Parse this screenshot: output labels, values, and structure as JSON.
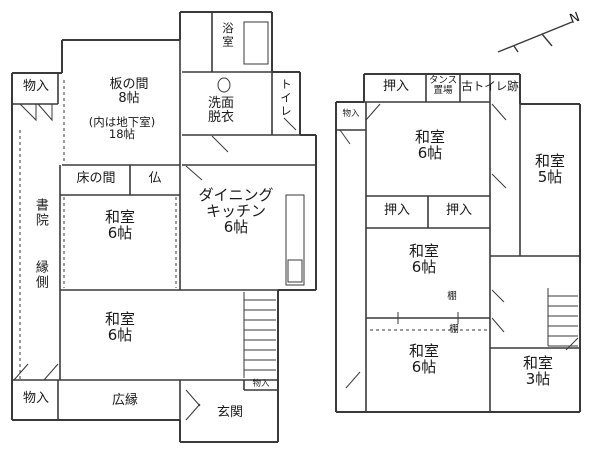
{
  "floor1": {
    "itanoma": {
      "name": "板の間",
      "size": "8帖",
      "note_prefix": "内は地下室",
      "note_size": "18帖"
    },
    "yokushitsu": "浴室",
    "senmen": {
      "line1": "洗面",
      "line2": "脱衣"
    },
    "toilet": "トイレ",
    "monoire_tl": "物入",
    "tokonoma": "床の間",
    "butsudan": "仏",
    "washitsu_mid": {
      "name": "和室",
      "size": "6帖"
    },
    "dining": {
      "line1": "ダイニング",
      "line2": "キッチン",
      "size": "6帖"
    },
    "shoin": "書院",
    "engawa": "縁側",
    "washitsu_low": {
      "name": "和室",
      "size": "6帖"
    },
    "monoire_bl": "物入",
    "hiroen": "広縁",
    "genkan": "玄関",
    "monoire_small": "物入"
  },
  "floor2": {
    "oshiire_top": "押入",
    "tansu": {
      "line1": "タンス",
      "line2": "置場"
    },
    "furutoilet": "古トイレ跡",
    "monoire": "物入",
    "washitsu_a": {
      "name": "和室",
      "size": "6帖"
    },
    "washitsu_b": {
      "name": "和室",
      "size": "5帖"
    },
    "oshiire_mid1": "押入",
    "oshiire_mid2": "押入",
    "washitsu_c": {
      "name": "和室",
      "size": "6帖"
    },
    "tana1": "棚",
    "tana2": "棚",
    "washitsu_d": {
      "name": "和室",
      "size": "6帖"
    },
    "washitsu_e": {
      "name": "和室",
      "size": "3帖"
    }
  },
  "north": "N"
}
